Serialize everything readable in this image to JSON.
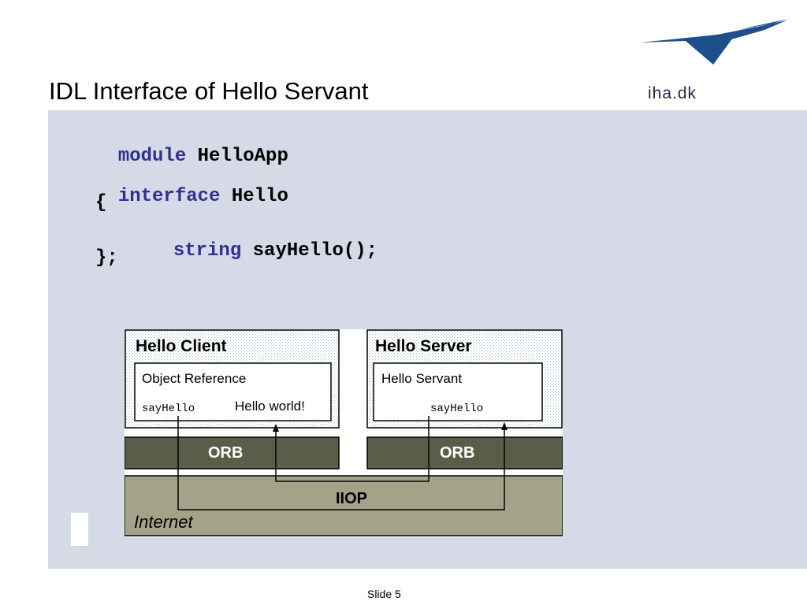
{
  "slide": {
    "title": "IDL Interface of Hello Servant",
    "logo_text": "iha.dk",
    "footer": "Slide 5"
  },
  "code": {
    "module_kw": "module",
    "module_name": "HelloApp",
    "interface_kw": "interface",
    "interface_name": "Hello",
    "open_brace": "{",
    "string_kw": "string",
    "method": "sayHello();",
    "close_brace": "};"
  },
  "diagram": {
    "client_title": "Hello Client",
    "client_ref": "Object Reference",
    "client_call": "sayHello",
    "client_reply": "Hello world!",
    "server_title": "Hello Server",
    "server_servant": "Hello Servant",
    "server_method": "sayHello",
    "orb_left": "ORB",
    "orb_right": "ORB",
    "iiop": "IIOP",
    "internet": "Internet"
  },
  "colors": {
    "keyword": "#2e3192",
    "content_bg": "#d6dae6",
    "orb_bg": "#5a5e48",
    "internet_bg": "#a4a38a",
    "logo_blue": "#1e4f8c"
  }
}
